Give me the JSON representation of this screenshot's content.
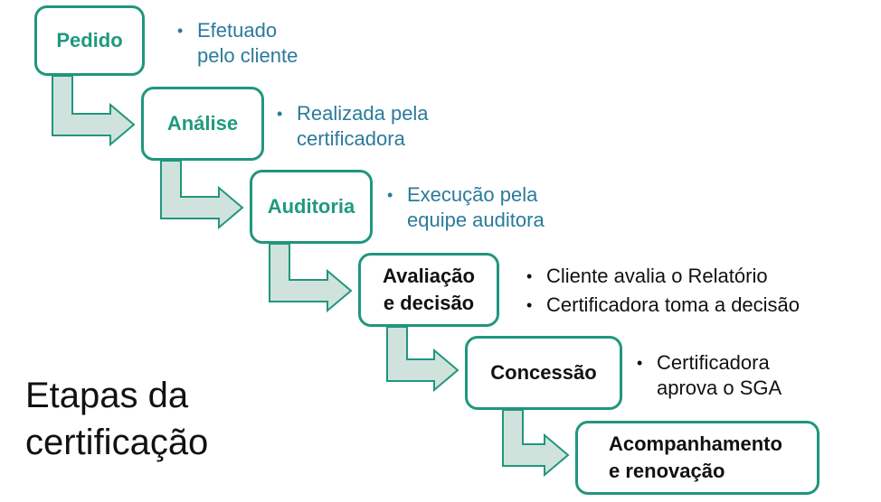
{
  "steps": [
    {
      "id": "pedido",
      "lines": [
        "Pedido"
      ],
      "bullets": [
        "Efetuado pelo cliente"
      ]
    },
    {
      "id": "analise",
      "lines": [
        "Análise"
      ],
      "bullets": [
        "Realizada pela certificadora"
      ]
    },
    {
      "id": "auditoria",
      "lines": [
        "Auditoria"
      ],
      "bullets": [
        "Execução pela equipe auditora"
      ]
    },
    {
      "id": "avaliacao",
      "lines": [
        "Avaliação",
        "e decisão"
      ],
      "bullets": [
        "Cliente avalia o Relatório",
        "Certificadora toma a decisão"
      ]
    },
    {
      "id": "concessao",
      "lines": [
        "Concessão"
      ],
      "bullets": [
        "Certificadora aprova o SGA"
      ]
    },
    {
      "id": "acompanhamento",
      "lines": [
        "Acompanhamento",
        "e renovação"
      ],
      "bullets": []
    }
  ],
  "bullet_lines": {
    "pedido": [
      "Efetuado",
      "pelo cliente"
    ],
    "analise": [
      "Realizada pela",
      "certificadora"
    ],
    "auditoria": [
      "Execução pela",
      "equipe auditora"
    ],
    "concessao": [
      "Certificadora",
      "aprova o SGA"
    ]
  },
  "title": [
    "Etapas da",
    "certificação"
  ],
  "colors": {
    "box_border": "#21967d",
    "arrow_fill": "#cfe3dc",
    "arrow_stroke": "#21967d",
    "step_text_green": "#1f9a7e",
    "step_text_dark": "#111111",
    "bullet_teal": "#2b7a9c",
    "bullet_black": "#111111"
  }
}
